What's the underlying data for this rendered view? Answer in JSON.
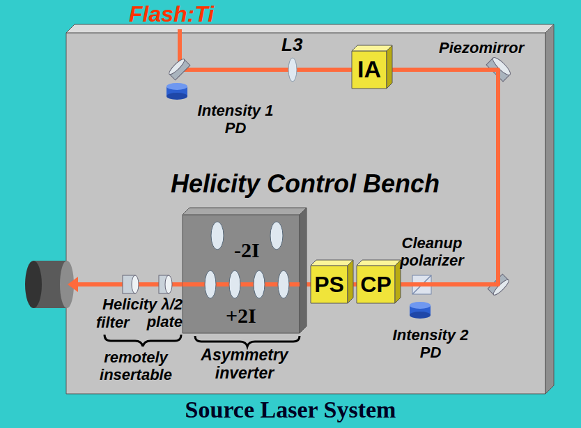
{
  "diagram": {
    "caption": "Source Laser System",
    "nodes": [
      {
        "text": [
          "Helicity Control Bench"
        ]
      },
      {
        "text": [
          "IA"
        ],
        "in": 0
      },
      {
        "text": [
          "-2I",
          "+2I",
          "Asymmetry inverter"
        ],
        "in": 0
      },
      {
        "text": [
          "PS"
        ],
        "in": 0
      },
      {
        "text": [
          "CP"
        ],
        "in": 0
      }
    ],
    "edges": [
      {
        "from": 1,
        "to": 4,
        "arrow": "none"
      },
      {
        "from": 4,
        "to": 3,
        "arrow": "none"
      },
      {
        "from": 3,
        "to": 2,
        "arrow": "none"
      }
    ],
    "labels": [
      "Flash:Ti",
      "L3",
      "Piezomirror",
      "Intensity 1 PD",
      "Cleanup polarizer",
      "Intensity 2 PD",
      "filter",
      "Helicity λ/2 plate",
      "remotely insertable"
    ]
  }
}
